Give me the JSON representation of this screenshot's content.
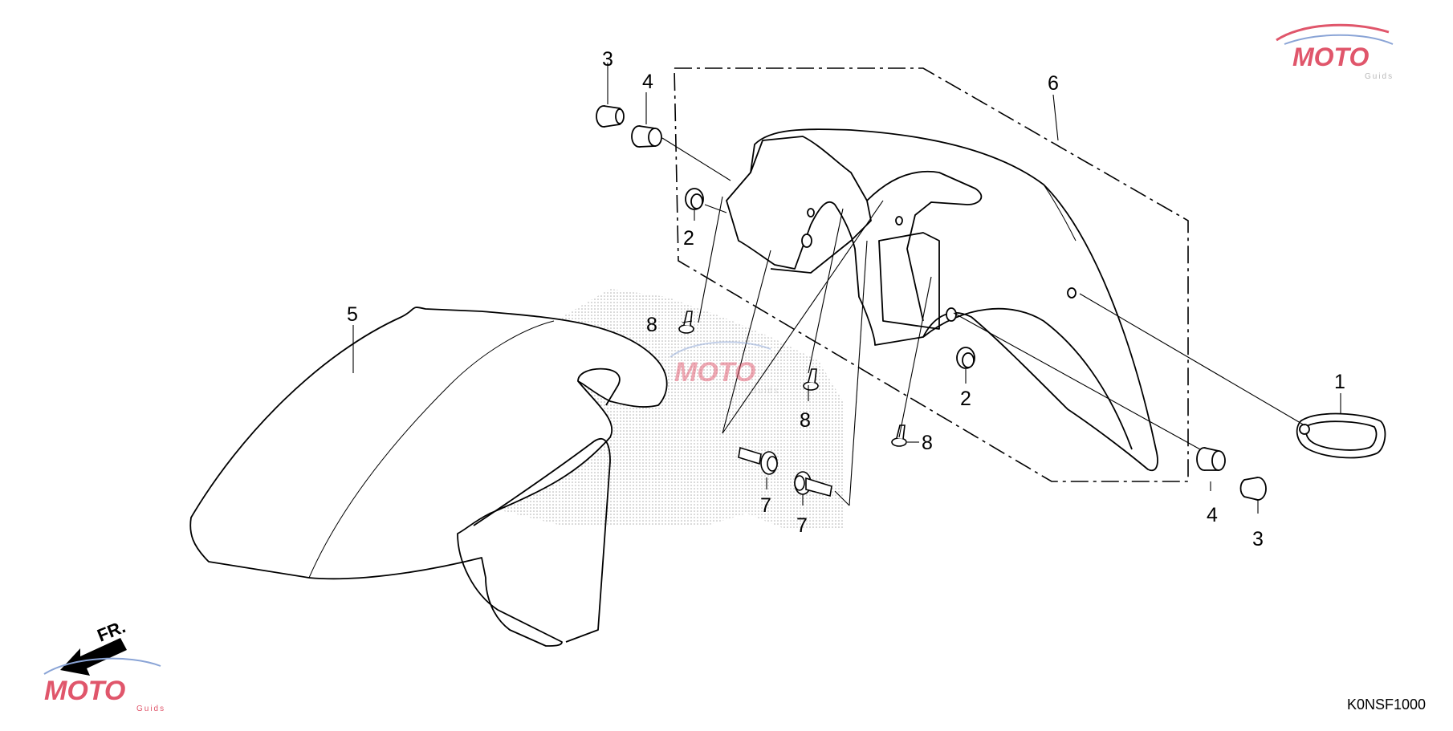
{
  "watermark": {
    "brand": "MOTO",
    "sub": "Guids"
  },
  "direction_label": "FR.",
  "diagram_code": "K0NSF1000",
  "callouts": [
    {
      "id": "c1",
      "label": "1"
    },
    {
      "id": "c2a",
      "label": "2"
    },
    {
      "id": "c2b",
      "label": "2"
    },
    {
      "id": "c3a",
      "label": "3"
    },
    {
      "id": "c3b",
      "label": "3"
    },
    {
      "id": "c4a",
      "label": "4"
    },
    {
      "id": "c4b",
      "label": "4"
    },
    {
      "id": "c5",
      "label": "5"
    },
    {
      "id": "c6",
      "label": "6"
    },
    {
      "id": "c7a",
      "label": "7"
    },
    {
      "id": "c7b",
      "label": "7"
    },
    {
      "id": "c8a",
      "label": "8"
    },
    {
      "id": "c8b",
      "label": "8"
    },
    {
      "id": "c8c",
      "label": "8"
    }
  ],
  "colors": {
    "line": "#000000",
    "watermark_red": "#e0566b",
    "watermark_blue": "#8aa4d6",
    "watermark_gray": "#b9b9b9"
  }
}
